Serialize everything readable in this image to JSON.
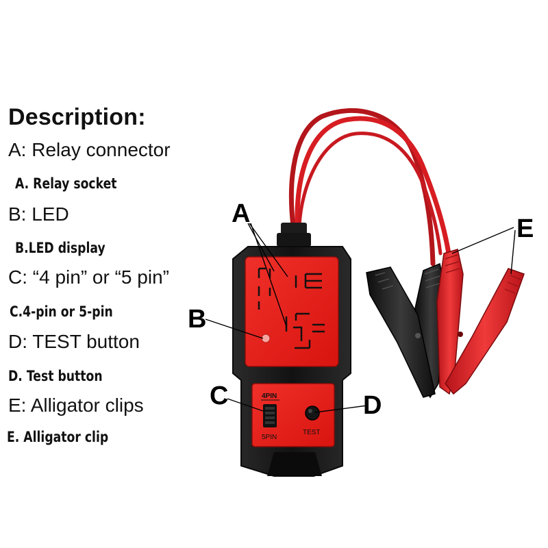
{
  "description": {
    "title": "Description:",
    "items": [
      {
        "letter": "A",
        "label": "A: Relay connector",
        "alt": "A. Relay socket"
      },
      {
        "letter": "B",
        "label": "B: LED",
        "alt": "B.LED display"
      },
      {
        "letter": "C",
        "label": "C: “4 pin” or “5 pin”",
        "alt": "C.4-pin or 5-pin"
      },
      {
        "letter": "D",
        "label": "D: TEST button",
        "alt": "D. Test button"
      },
      {
        "letter": "E",
        "label": "E: Alligator clips",
        "alt": "E. Alligator clip"
      }
    ]
  },
  "device": {
    "switch_top_label": "4PIN",
    "switch_bottom_label": "5PIN",
    "button_label": "TEST"
  },
  "callouts": {
    "a": "A",
    "b": "B",
    "c": "C",
    "d": "D",
    "e": "E"
  },
  "colors": {
    "panel_red": "#e8211c",
    "body_black": "#1a1a1a",
    "cable_red": "#d4161b",
    "clip_red": "#e3262a",
    "clip_black": "#222222"
  }
}
